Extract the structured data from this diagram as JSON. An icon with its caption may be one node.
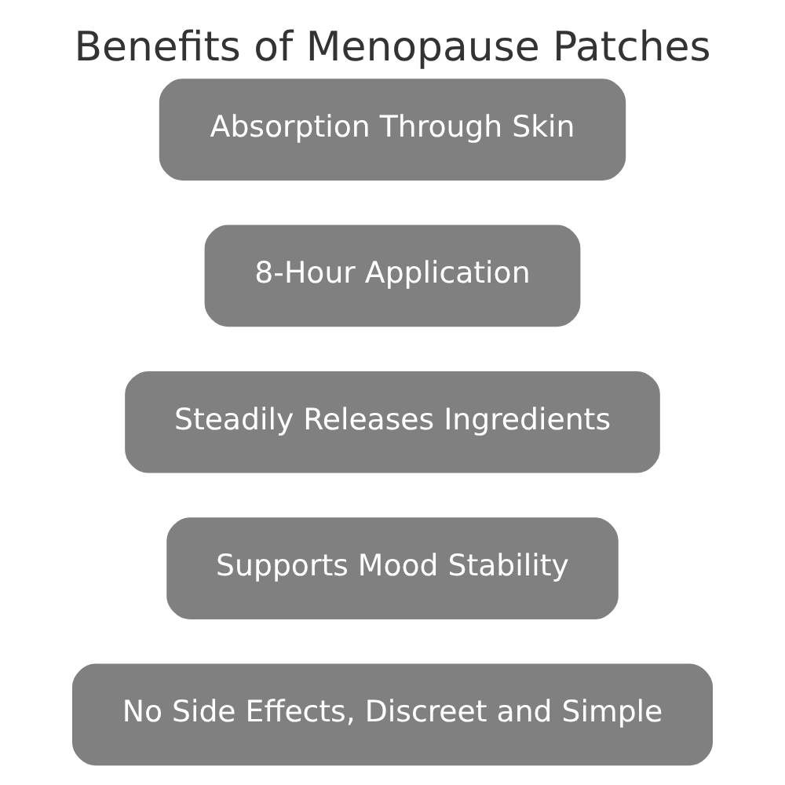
{
  "diagram": {
    "title": "Benefits of Menopause Patches",
    "nodes": [
      {
        "text": [
          "Absorption Through Skin"
        ]
      },
      {
        "text": [
          "8-Hour Application"
        ]
      },
      {
        "text": [
          "Steadily Releases Ingredients"
        ]
      },
      {
        "text": [
          "Supports Mood Stability"
        ]
      },
      {
        "text": [
          "No Side Effects, Discreet and Simple"
        ]
      }
    ],
    "edges": []
  }
}
